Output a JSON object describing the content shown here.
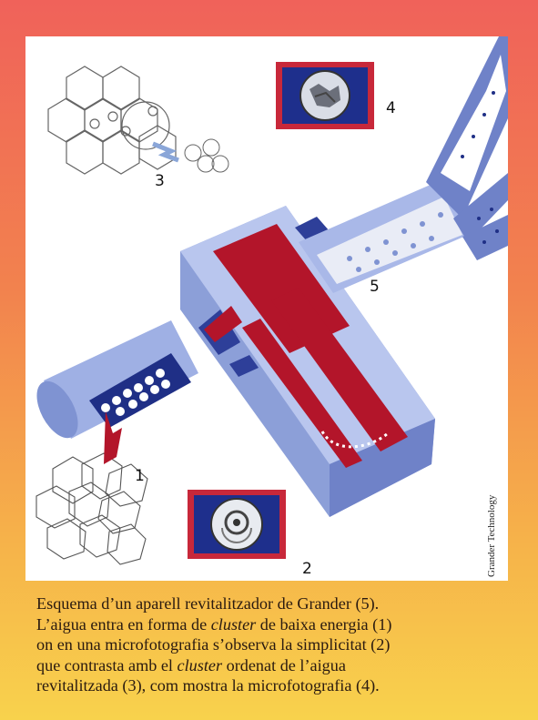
{
  "figure": {
    "markers": [
      "1",
      "2",
      "3",
      "4",
      "5"
    ],
    "credit": "Grander Technology",
    "colors": {
      "background_top": "#f0625a",
      "background_bottom": "#f8d24c",
      "device_blue": "#8c9fd8",
      "device_dark_blue": "#2e3f99",
      "channel_red": "#b3152a",
      "micro_frame_red": "#c8283a"
    }
  },
  "caption": {
    "l1": "Esquema d’un aparell revitalitzador de Grander (5).",
    "l2_a": "L’aigua entra en forma de ",
    "l2_em": "cluster",
    "l2_b": " de baixa energia (1)",
    "l3": "on en una microfotografia s’observa la simplicitat (2)",
    "l4_a": "que contrasta amb el ",
    "l4_em": "cluster",
    "l4_b": " ordenat de l’aigua",
    "l5": "revitalitzada (3), com mostra la microfotografia (4)."
  }
}
